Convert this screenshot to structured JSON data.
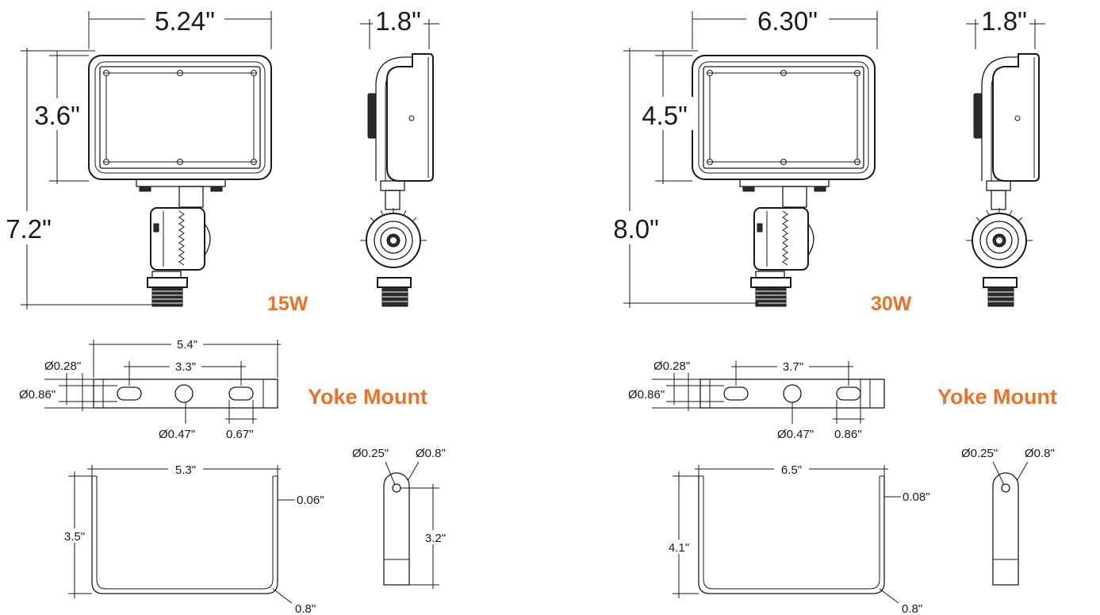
{
  "colors": {
    "line": "#1a1a1a",
    "accent": "#e8722a"
  },
  "left": {
    "wattage": "15W",
    "fixture": {
      "width": "5.24\"",
      "depth": "1.8\"",
      "head_height": "3.6\"",
      "total_height": "7.2\""
    },
    "yoke_title": "Yoke Mount",
    "yoke_top": {
      "length": "5.4\"",
      "slot_spacing": "3.3\"",
      "slot_dia": "Ø0.28\"",
      "arm_dia": "Ø0.86\"",
      "hole_dia": "Ø0.47\"",
      "slot_len": "0.67\""
    },
    "yoke_front": {
      "width": "5.3\"",
      "height": "3.5\"",
      "thickness": "0.06\"",
      "radius": "0.8\""
    },
    "yoke_side": {
      "hole_dia": "Ø0.25\"",
      "end_dia": "Ø0.8\"",
      "height": "3.2\""
    }
  },
  "right": {
    "wattage": "30W",
    "fixture": {
      "width": "6.30\"",
      "depth": "1.8\"",
      "head_height": "4.5\"",
      "total_height": "8.0\""
    },
    "yoke_title": "Yoke Mount",
    "yoke_top": {
      "length": "",
      "slot_spacing": "3.7\"",
      "slot_dia": "Ø0.28\"",
      "arm_dia": "Ø0.86\"",
      "hole_dia": "Ø0.47\"",
      "slot_len": "0.86\""
    },
    "yoke_front": {
      "width": "6.5\"",
      "height": "4.1\"",
      "thickness": "0.08\"",
      "radius": "0.8\""
    },
    "yoke_side": {
      "hole_dia": "Ø0.25\"",
      "end_dia": "Ø0.8\""
    }
  }
}
